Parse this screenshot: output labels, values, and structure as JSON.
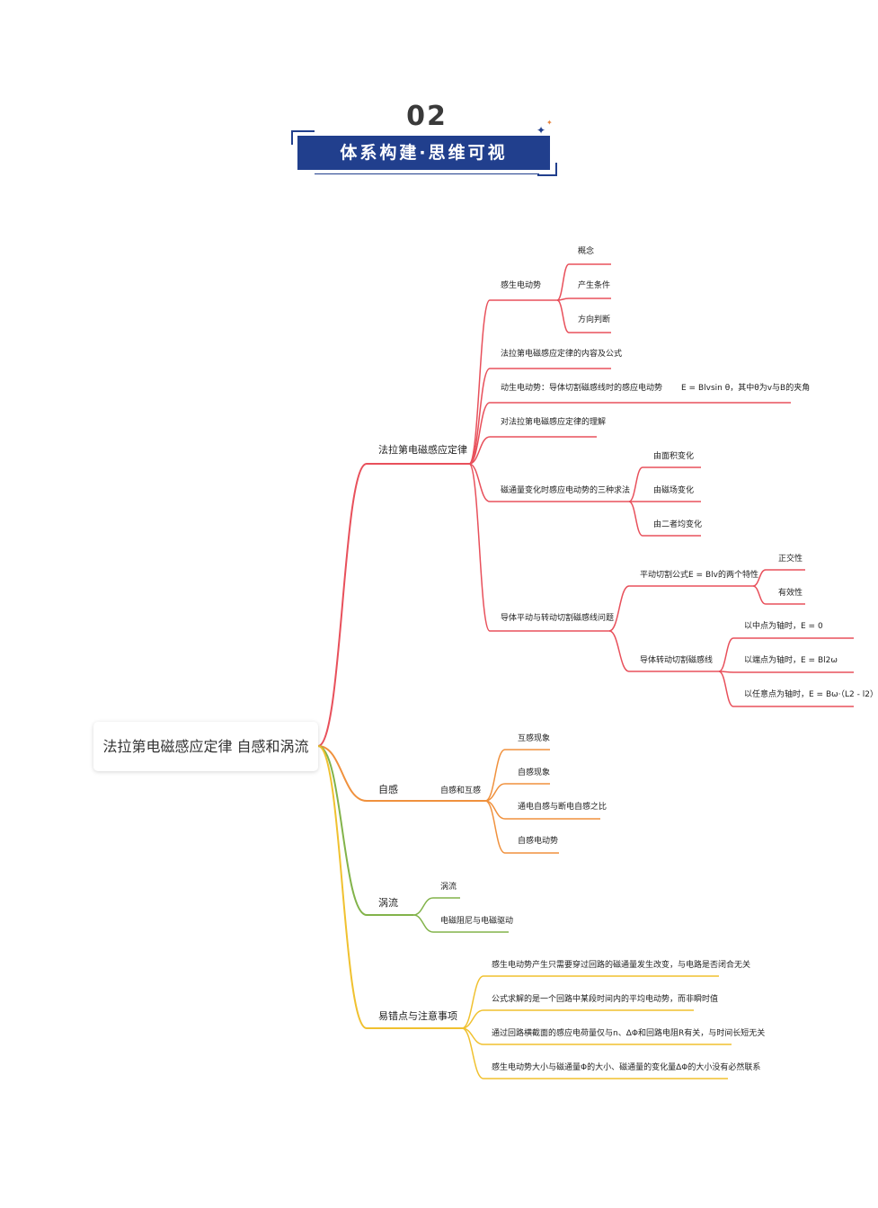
{
  "header": {
    "number": "02",
    "banner_title": "体系构建·思维可视"
  },
  "colors": {
    "banner": "#213f8d",
    "branch_faraday": "#e8505b",
    "branch_self_induction": "#f0913d",
    "branch_eddy": "#82b34a",
    "branch_pitfalls": "#f0c12f"
  },
  "mindmap": {
    "root": "法拉第电磁感应定律 自感和涡流",
    "faraday": {
      "label": "法拉第电磁感应定律",
      "emf": {
        "label": "感生电动势",
        "concept": "概念",
        "condition": "产生条件",
        "direction": "方向判断"
      },
      "content_formula": "法拉第电磁感应定律的内容及公式",
      "motional": {
        "label": "动生电动势：导体切割磁感线时的感应电动势",
        "formula": "E = Blvsin θ，其中θ为v与B的夹角"
      },
      "understanding": "对法拉第电磁感应定律的理解",
      "flux_change": {
        "label": "磁通量变化时感应电动势的三种求法",
        "area": "由面积变化",
        "field": "由磁场变化",
        "both": "由二者均变化"
      },
      "conductor": {
        "label": "导体平动与转动切割磁感线问题",
        "translation": {
          "label": "平动切割公式E = Blv的两个特性",
          "orthogonality": "正交性",
          "effectiveness": "有效性"
        },
        "rotation": {
          "label": "导体转动切割磁感线",
          "midpoint": "以中点为轴时，E = 0",
          "endpoint": "以端点为轴时，E = Bl2ω",
          "any_point": "以任意点为轴时，E = Bω·（L2 - l2）"
        }
      }
    },
    "self_induction": {
      "label": "自感",
      "sub": {
        "label": "自感和互感",
        "mutual": "互感现象",
        "self": "自感现象",
        "on_off": "通电自感与断电自感之比",
        "emf": "自感电动势"
      }
    },
    "eddy": {
      "label": "涡流",
      "eddy_current": "涡流",
      "damping": "电磁阻尼与电磁驱动"
    },
    "pitfalls": {
      "label": "易错点与注意事项",
      "items": [
        "感生电动势产生只需要穿过回路的磁通量发生改变，与电路是否闭合无关",
        "公式求解的是一个回路中某段时间内的平均电动势，而非瞬时值",
        "通过回路横截面的感应电荷量仅与n、ΔΦ和回路电阻R有关，与时间长短无关",
        "感生电动势大小与磁通量Φ的大小、磁通量的变化量ΔΦ的大小没有必然联系"
      ]
    }
  }
}
